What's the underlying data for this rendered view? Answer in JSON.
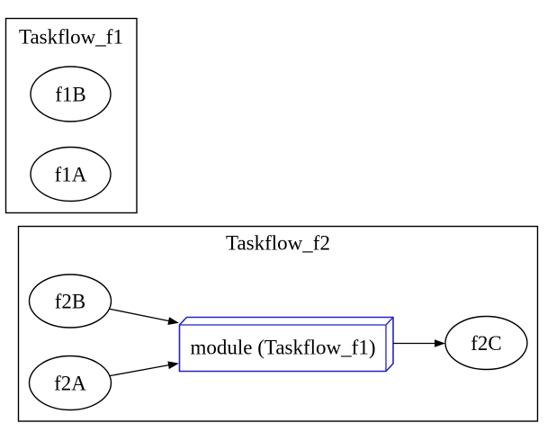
{
  "diagram": {
    "background": "#ffffff",
    "edge_color": "#000000",
    "node_stroke_color": "#000000",
    "module_stroke_color": "#2222cc",
    "clusters": [
      {
        "label": "Taskflow_f1"
      },
      {
        "label": "Taskflow_f2"
      }
    ],
    "nodes": {
      "f1B": {
        "label": "f1B",
        "shape": "ellipse",
        "cluster": "Taskflow_f1"
      },
      "f1A": {
        "label": "f1A",
        "shape": "ellipse",
        "cluster": "Taskflow_f1"
      },
      "f2B": {
        "label": "f2B",
        "shape": "ellipse",
        "cluster": "Taskflow_f2"
      },
      "f2A": {
        "label": "f2A",
        "shape": "ellipse",
        "cluster": "Taskflow_f2"
      },
      "module": {
        "label": "module (Taskflow_f1)",
        "shape": "box3d",
        "cluster": "Taskflow_f2"
      },
      "f2C": {
        "label": "f2C",
        "shape": "ellipse",
        "cluster": "Taskflow_f2"
      }
    },
    "edges": [
      {
        "from": "f2B",
        "to": "module"
      },
      {
        "from": "f2A",
        "to": "module"
      },
      {
        "from": "module",
        "to": "f2C"
      }
    ]
  }
}
